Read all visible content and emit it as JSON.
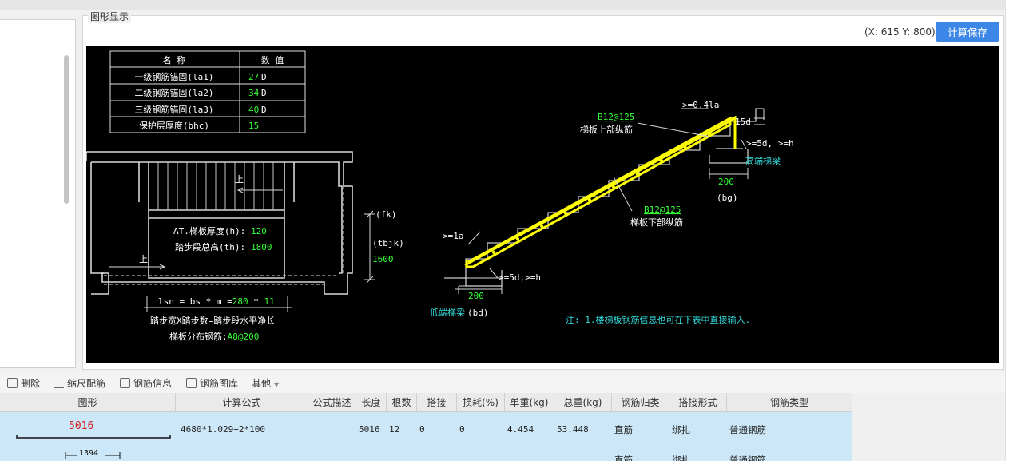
{
  "panel": {
    "title": "图形显示",
    "coords": "(X: 615 Y: 800)",
    "save_label": "计算保存"
  },
  "anchor_table": {
    "header": [
      "名  称",
      "数  值"
    ],
    "rows": [
      {
        "name": "一级钢筋锚固(la1)",
        "value": "27",
        "unit": "D"
      },
      {
        "name": "二级钢筋锚固(la2)",
        "value": "34",
        "unit": "D"
      },
      {
        "name": "三级钢筋锚固(la3)",
        "value": "40",
        "unit": "D"
      },
      {
        "name": "保护层厚度(bhc)",
        "value": "15",
        "unit": ""
      }
    ]
  },
  "plan": {
    "up1": "上",
    "up2": "上",
    "thk_label": "AT.梯板厚度(h):",
    "thk_value": "120",
    "th_label": "踏步段总高(th):",
    "th_value": "1800",
    "fk": "(fk)",
    "tbjk": "(tbjk)",
    "tbjk_value": "1600",
    "lsn_label": "lsn = bs * m =",
    "lsn_bs": "280",
    "lsn_star": " * ",
    "lsn_m": "11",
    "formula": "踏步宽X踏步数=踏步段水平净长",
    "dist_label": "梯板分布钢筋:",
    "dist_value": "A8@200"
  },
  "section": {
    "top_rebar_code": "B12@125",
    "top_rebar_name": "梯板上部纵筋",
    "bot_rebar_code": "B12@125",
    "bot_rebar_name": "梯板下部纵筋",
    "top_anchor": ">=0.4la",
    "hook_15d": "15d",
    "top_len": ">=5d, >=h",
    "high_beam": "高端梯梁",
    "bg_value": "200",
    "bg": "(bg)",
    "low_la": ">=1a",
    "bot_len": ">=5d,>=h",
    "bd_value": "200",
    "low_beam": "低端梯梁",
    "bd": "(bd)",
    "note": "注: 1.楼梯板钢筋信息也可在下表中直接输入."
  },
  "toolbar": {
    "delete": "删除",
    "scale": "缩尺配筋",
    "info": "钢筋信息",
    "library": "钢筋图库",
    "other": "其他"
  },
  "table": {
    "headers": [
      "图形",
      "计算公式",
      "公式描述",
      "长度",
      "根数",
      "搭接",
      "损耗(%)",
      "单重(kg)",
      "总重(kg)",
      "钢筋归类",
      "搭接形式",
      "钢筋类型"
    ],
    "row1": {
      "shape_len": "5016",
      "formula": "4680*1.029+2*100",
      "desc": "",
      "length": "5016",
      "count": "12",
      "lap": "0",
      "loss": "0",
      "unit_wt": "4.454",
      "total_wt": "53.448",
      "category": "直筋",
      "lap_type": "绑扎",
      "type": "普通钢筋"
    },
    "row2": {
      "shape_len": "1394",
      "category": "直筋",
      "lap_type": "绑扎",
      "type": "普通钢筋"
    }
  },
  "colors": {
    "accent": "#3b86e6",
    "rebar": "#ffff00",
    "cad_green": "#33ff33",
    "cad_cyan": "#33dddd",
    "row_bg": "#cce8f8"
  }
}
